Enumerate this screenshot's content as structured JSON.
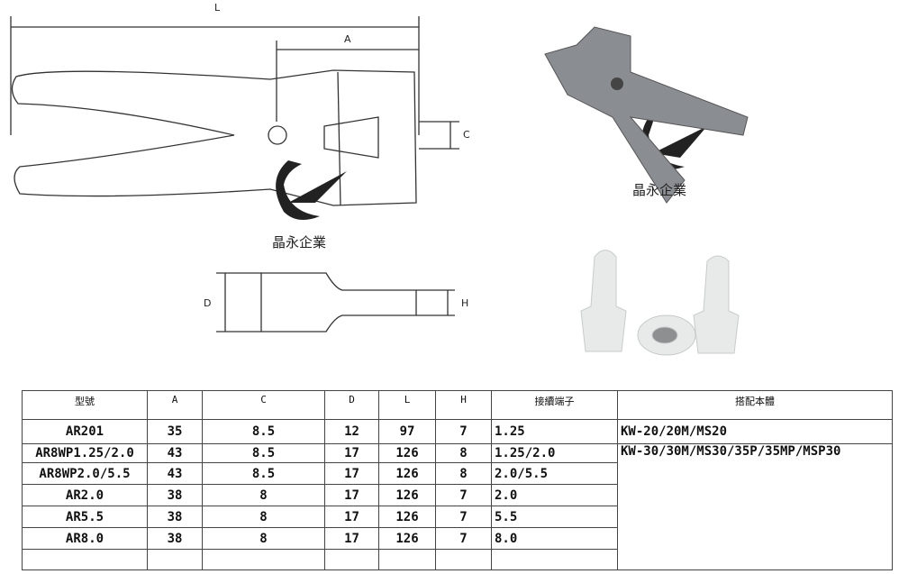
{
  "drawing": {
    "labels": {
      "L": "L",
      "A": "A",
      "C": "C",
      "D": "D",
      "H": "H"
    },
    "brand": "晶永企業"
  },
  "photo": {
    "brand": "晶永企業"
  },
  "table": {
    "headers": [
      "型號",
      "A",
      "C",
      "D",
      "L",
      "H",
      "接續端子",
      "搭配本體"
    ],
    "rows": [
      [
        "AR201",
        "35",
        "8.5",
        "12",
        "97",
        "7",
        "1.25"
      ],
      [
        "AR8WP1.25/2.0",
        "43",
        "8.5",
        "17",
        "126",
        "8",
        "1.25/2.0"
      ],
      [
        "AR8WP2.0/5.5",
        "43",
        "8.5",
        "17",
        "126",
        "8",
        "2.0/5.5"
      ],
      [
        "AR2.0",
        "38",
        "8",
        "17",
        "126",
        "7",
        "2.0"
      ],
      [
        "AR5.5",
        "38",
        "8",
        "17",
        "126",
        "7",
        "5.5"
      ],
      [
        "AR8.0",
        "38",
        "8",
        "17",
        "126",
        "7",
        "8.0"
      ]
    ],
    "body_models": [
      "KW-20/20M/MS20",
      "KW-30/30M/MS30/35P/35MP/MSP30"
    ]
  }
}
